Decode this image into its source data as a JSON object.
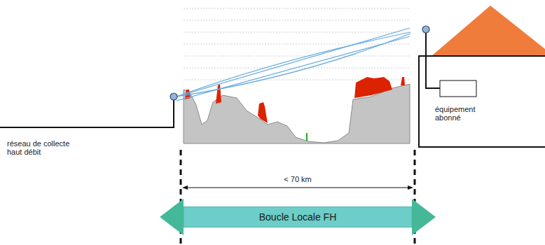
{
  "diagram": {
    "nodes": [
      {
        "text": [
          "Boucle Locale FH"
        ]
      }
    ],
    "labels": [
      "réseau de collecte haut débit",
      "équipement abonné",
      "< 70 km"
    ]
  }
}
